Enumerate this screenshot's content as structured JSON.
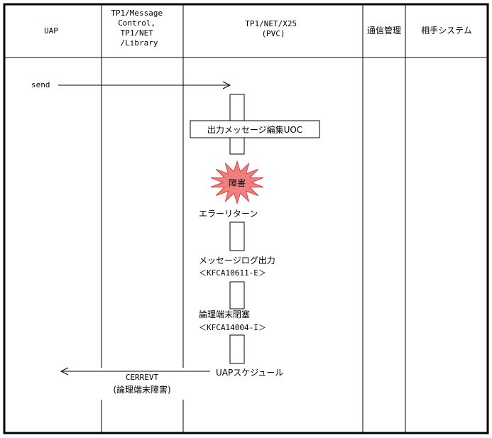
{
  "columns": [
    {
      "id": "uap",
      "label": [
        "UAP"
      ]
    },
    {
      "id": "library",
      "label": [
        "TP1/Message",
        "Control,",
        "TP1/NET",
        "/Library"
      ]
    },
    {
      "id": "x25",
      "label": [
        "TP1/NET/X25",
        "(PVC)"
      ]
    },
    {
      "id": "comm",
      "label": [
        "通信管理"
      ]
    },
    {
      "id": "partner",
      "label": [
        "相手システム"
      ]
    }
  ],
  "events": {
    "send": "send",
    "uoc_box": "出力メッセージ編集UOC",
    "fault": "障害",
    "error_return": "エラーリターン",
    "message_log": "メッセージログ出力",
    "message_log_code": "＜KFCA10611-E＞",
    "logical_terminal_close": "論理端末閉塞",
    "logical_terminal_close_code": "＜KFCA14004-I＞",
    "uap_schedule": "UAPスケジュール",
    "cerrevt": "CERREVT",
    "cerrevt_note": "(論理端末障害)"
  },
  "colors": {
    "line": "#000000",
    "background": "#ffffff",
    "fault_fill": "#f08080",
    "fault_stroke": "#d04040"
  }
}
